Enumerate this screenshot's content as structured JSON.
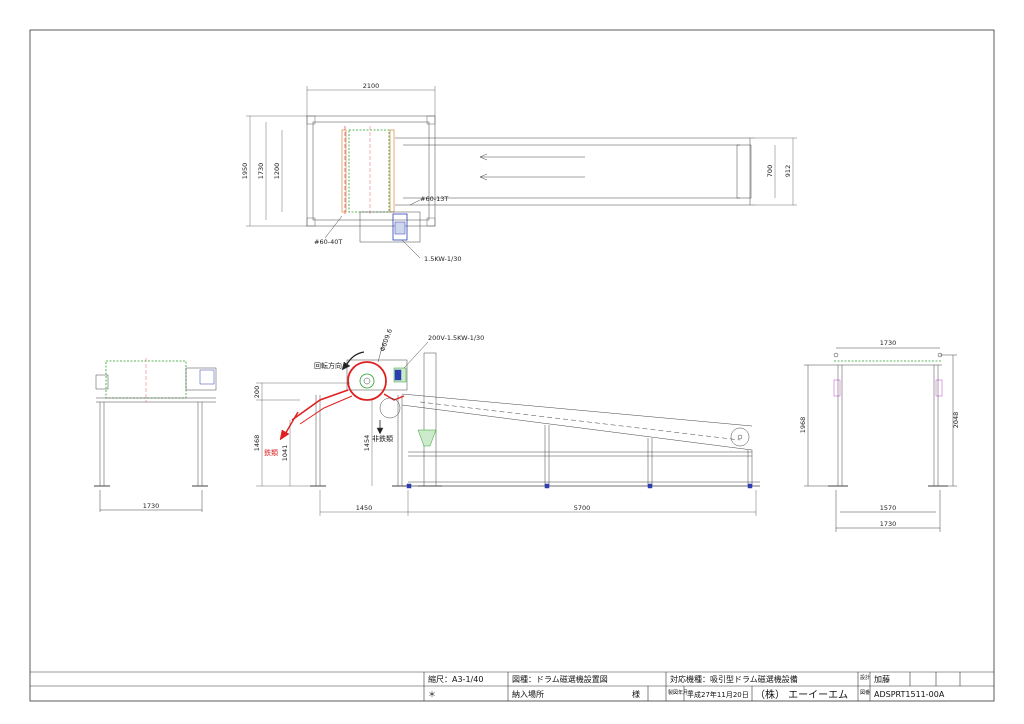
{
  "plan_view": {
    "dim_length": "2100",
    "dim_width_outer": "1950",
    "dim_width_mid": "1730",
    "dim_width_inner": "1200",
    "dim_belt": "700",
    "dim_frame": "912",
    "sprocket_small": "#60-13T",
    "sprocket_large": "#60-40T",
    "motor": "1.5KW-1/30"
  },
  "side_view": {
    "rotation_label": "回転方向",
    "drum_diameter": "Φ609.6",
    "motor_label": "200V-1.5KW-1/30",
    "iron_label": "鉄類",
    "non_iron_label": "非鉄類",
    "dim_200": "200",
    "dim_1468": "1468",
    "dim_1041": "1041",
    "dim_1454": "1454",
    "dim_1450": "1450",
    "dim_5700": "5700"
  },
  "end_view_left": {
    "dim_width": "1730"
  },
  "end_view_right": {
    "dim_top": "1730",
    "dim_height_left": "1968",
    "dim_height_right": "2048",
    "dim_inner": "1570",
    "dim_bottom": "1730"
  },
  "title_block": {
    "scale": "縮尺：A3-1/40",
    "drawing_type": "図種：ドラム磁選機設置図",
    "equipment": "対応機種：吸引型ドラム磁選機設備",
    "design_label": "設計",
    "designer": "加藤",
    "mark": "＊",
    "delivery": "納入場所",
    "honorific": "様",
    "date_label": "製図年月日",
    "date": "平成27年11月20日",
    "company": "（株） エーイーエム",
    "drawing_no_label": "図番",
    "drawing_no": "ADSPRT1511-00A"
  },
  "colors": {
    "line": "#3a3a3a",
    "red": "#e02020",
    "green": "#2aa02a",
    "blue": "#2b3fb0",
    "magenta": "#c040c0"
  }
}
